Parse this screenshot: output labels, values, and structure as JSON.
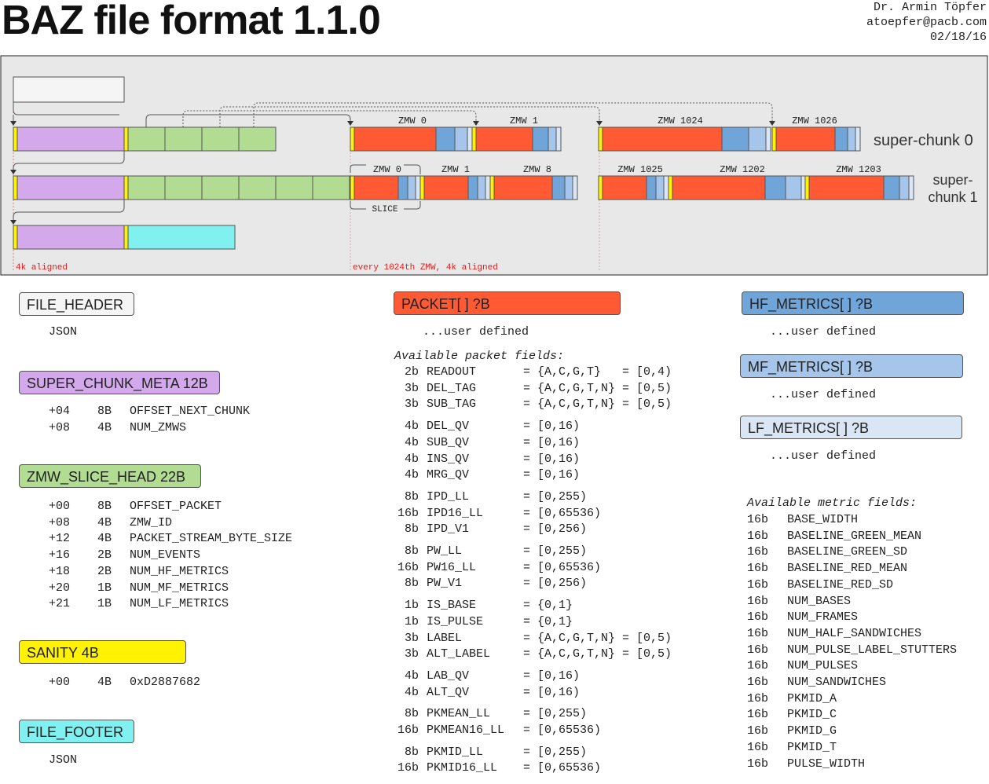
{
  "header": {
    "title": "BAZ file format 1.1.0",
    "author": "Dr. Armin Töpfer",
    "email": "atoepfer@pacb.com",
    "date": "02/18/16"
  },
  "colors": {
    "file_header": "#f4f5f4",
    "super_chunk_meta": "#d3a9eb",
    "zmw_slice_head": "#b1dc92",
    "sanity": "#fff203",
    "file_footer": "#80f0f0",
    "packet": "#ff5a33",
    "hf_metrics": "#6fa5d9",
    "mf_metrics": "#a5c5eb",
    "lf_metrics": "#dbe6f5",
    "panel": "#e8e8e8",
    "alignment": "#e02020"
  },
  "diagram": {
    "super_chunk_0_label": "super-chunk 0",
    "super_chunk_1_label_line1": "super-",
    "super_chunk_1_label_line2": "chunk 1",
    "zmw_labels": [
      "ZMW 0",
      "ZMW 1",
      "ZMW 1024",
      "ZMW 1026",
      "ZMW 0",
      "ZMW 1",
      "ZMW 8",
      "ZMW 1025",
      "ZMW 1202",
      "ZMW 1203"
    ],
    "slice_label": "SLICE",
    "align_4k": "4k aligned",
    "align_every": "every 1024th ZMW, 4k aligned"
  },
  "sections": {
    "file_header": {
      "label": "FILE_HEADER",
      "body": "JSON"
    },
    "super_chunk_meta": {
      "label": "SUPER_CHUNK_META 12B",
      "rows": [
        [
          "+04",
          "8B",
          "OFFSET_NEXT_CHUNK"
        ],
        [
          "+08",
          "4B",
          "NUM_ZMWS"
        ]
      ]
    },
    "zmw_slice_head": {
      "label": "ZMW_SLICE_HEAD 22B",
      "rows": [
        [
          "+00",
          "8B",
          "OFFSET_PACKET"
        ],
        [
          "+08",
          "4B",
          "ZMW_ID"
        ],
        [
          "+12",
          "4B",
          "PACKET_STREAM_BYTE_SIZE"
        ],
        [
          "+16",
          "2B",
          "NUM_EVENTS"
        ],
        [
          "+18",
          "2B",
          "NUM_HF_METRICS"
        ],
        [
          "+20",
          "1B",
          "NUM_MF_METRICS"
        ],
        [
          "+21",
          "1B",
          "NUM_LF_METRICS"
        ]
      ]
    },
    "sanity": {
      "label": "SANITY 4B",
      "rows": [
        [
          "+00",
          "4B",
          "0xD2887682"
        ]
      ]
    },
    "file_footer": {
      "label": "FILE_FOOTER",
      "body": "JSON"
    },
    "packet": {
      "label": "PACKET[ ] ?B",
      "body": "...user defined",
      "fields_title": "Available packet fields:",
      "groups": [
        [
          [
            "2b",
            "READOUT",
            "= {A,C,G,T}   = [0,4)"
          ],
          [
            "3b",
            "DEL_TAG",
            "= {A,C,G,T,N} = [0,5)"
          ],
          [
            "3b",
            "SUB_TAG",
            "= {A,C,G,T,N} = [0,5)"
          ]
        ],
        [
          [
            "4b",
            "DEL_QV",
            "= [0,16)"
          ],
          [
            "4b",
            "SUB_QV",
            "= [0,16)"
          ],
          [
            "4b",
            "INS_QV",
            "= [0,16)"
          ],
          [
            "4b",
            "MRG_QV",
            "= [0,16)"
          ]
        ],
        [
          [
            "8b",
            "IPD_LL",
            "= [0,255)"
          ],
          [
            "16b",
            "IPD16_LL",
            "= [0,65536)"
          ],
          [
            "8b",
            "IPD_V1",
            "= [0,256)"
          ]
        ],
        [
          [
            "8b",
            "PW_LL",
            "= [0,255)"
          ],
          [
            "16b",
            "PW16_LL",
            "= [0,65536)"
          ],
          [
            "8b",
            "PW_V1",
            "= [0,256)"
          ]
        ],
        [
          [
            "1b",
            "IS_BASE",
            "= {0,1}"
          ],
          [
            "1b",
            "IS_PULSE",
            "= {0,1}"
          ],
          [
            "3b",
            "LABEL",
            "= {A,C,G,T,N} = [0,5)"
          ],
          [
            "3b",
            "ALT_LABEL",
            "= {A,C,G,T,N} = [0,5)"
          ]
        ],
        [
          [
            "4b",
            "LAB_QV",
            "= [0,16)"
          ],
          [
            "4b",
            "ALT_QV",
            "= [0,16)"
          ]
        ],
        [
          [
            "8b",
            "PKMEAN_LL",
            "= [0,255)"
          ],
          [
            "16b",
            "PKMEAN16_LL",
            "= [0,65536)"
          ]
        ],
        [
          [
            "8b",
            "PKMID_LL",
            "= [0,255)"
          ],
          [
            "16b",
            "PKMID16_LL",
            "= [0,65536)"
          ]
        ]
      ]
    },
    "hf_metrics": {
      "label": "HF_METRICS[ ] ?B",
      "body": "...user defined"
    },
    "mf_metrics": {
      "label": "MF_METRICS[ ] ?B",
      "body": "...user defined"
    },
    "lf_metrics": {
      "label": "LF_METRICS[ ] ?B",
      "body": "...user defined"
    },
    "metrics": {
      "fields_title": "Available metric fields:",
      "rows": [
        [
          "16b",
          "BASE_WIDTH"
        ],
        [
          "16b",
          "BASELINE_GREEN_MEAN"
        ],
        [
          "16b",
          "BASELINE_GREEN_SD"
        ],
        [
          "16b",
          "BASELINE_RED_MEAN"
        ],
        [
          "16b",
          "BASELINE_RED_SD"
        ],
        [
          "16b",
          "NUM_BASES"
        ],
        [
          "16b",
          "NUM_FRAMES"
        ],
        [
          "16b",
          "NUM_HALF_SANDWICHES"
        ],
        [
          "16b",
          "NUM_PULSE_LABEL_STUTTERS"
        ],
        [
          "16b",
          "NUM_PULSES"
        ],
        [
          "16b",
          "NUM_SANDWICHES"
        ],
        [
          "16b",
          "PKMID_A"
        ],
        [
          "16b",
          "PKMID_C"
        ],
        [
          "16b",
          "PKMID_G"
        ],
        [
          "16b",
          "PKMID_T"
        ],
        [
          "16b",
          "PULSE_WIDTH"
        ]
      ]
    }
  }
}
